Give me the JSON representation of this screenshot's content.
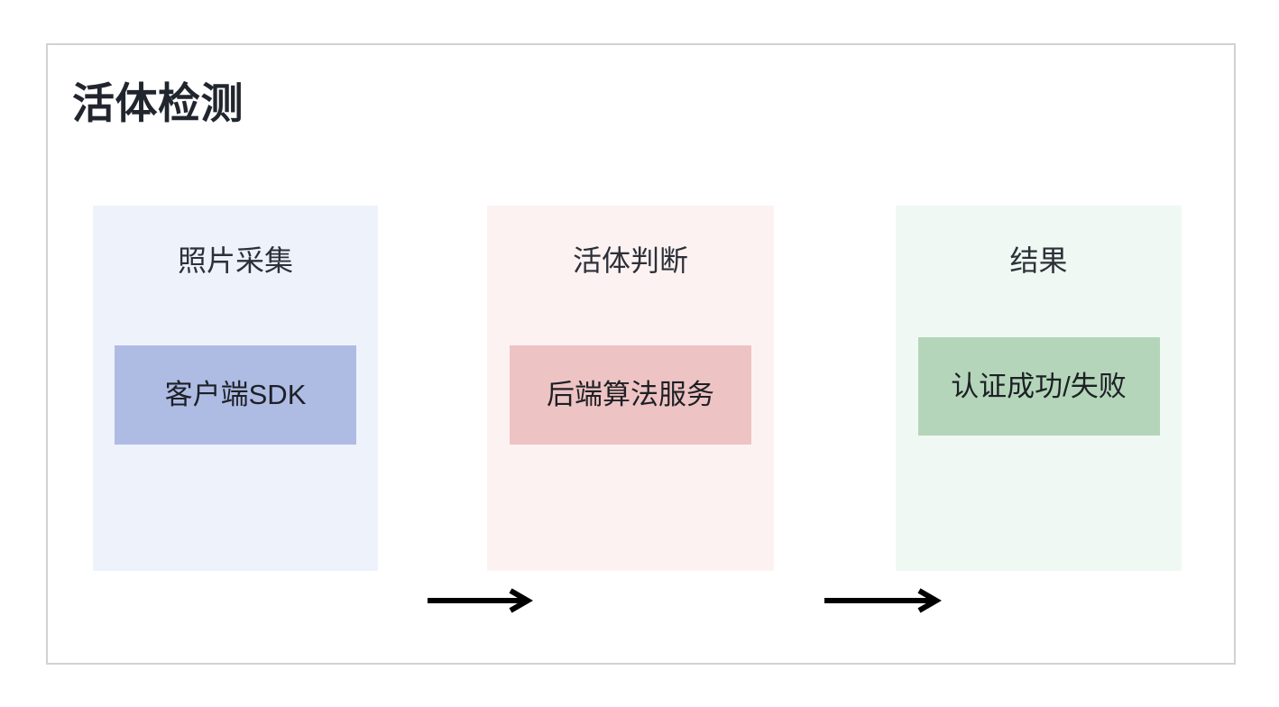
{
  "diagram": {
    "title": "活体检测",
    "frame_border_color": "#d2d2d4",
    "arrow_color": "#000000",
    "stages": [
      {
        "header": "照片采集",
        "box_label": "客户端SDK",
        "column_bg": "#eef2fb",
        "box_bg": "#aebce4"
      },
      {
        "header": "活体判断",
        "box_label": "后端算法服务",
        "column_bg": "#fdf2f2",
        "box_bg": "#eec3c3"
      },
      {
        "header": "结果",
        "box_label": "认证成功/失败",
        "column_bg": "#f0f8f3",
        "box_bg": "#b4d5ba"
      }
    ],
    "connectors": [
      {
        "from": "照片采集",
        "to": "活体判断",
        "icon": "arrow-right-icon"
      },
      {
        "from": "活体判断",
        "to": "结果",
        "icon": "arrow-right-icon"
      }
    ]
  }
}
